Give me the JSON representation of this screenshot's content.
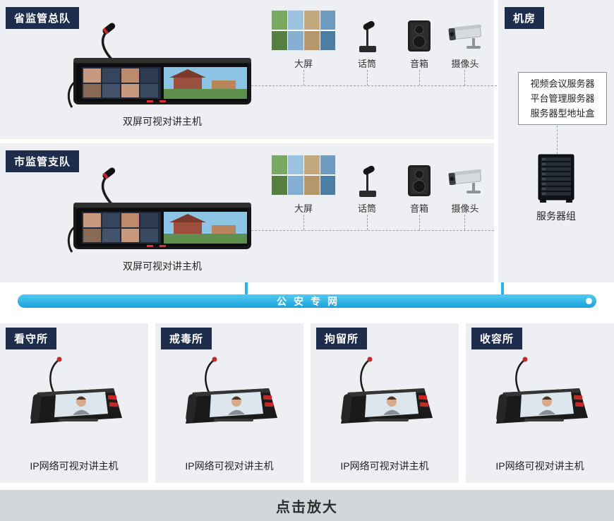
{
  "colors": {
    "navy_label": "#1f2d4d",
    "network_blue": "#2ab3e7",
    "panel_gray": "#edeff2",
    "footer_gray": "#d3d7da",
    "alert_red": "#c62828"
  },
  "top_sections": [
    {
      "label": "省监管总队",
      "device_label": "双屏可视对讲主机",
      "peripherals": [
        "大屏",
        "话筒",
        "音箱",
        "摄像头"
      ]
    },
    {
      "label": "市监管支队",
      "device_label": "双屏可视对讲主机",
      "peripherals": [
        "大屏",
        "话筒",
        "音箱",
        "摄像头"
      ]
    }
  ],
  "server_room": {
    "label": "机房",
    "box_lines": [
      "视频会议服务器",
      "平台管理服务器",
      "服务器型地址盒"
    ],
    "rack_label": "服务器组"
  },
  "network_bar": {
    "label": "公安专网"
  },
  "bottom_sections": [
    {
      "label": "看守所",
      "device_label": "IP网络可视对讲主机"
    },
    {
      "label": "戒毒所",
      "device_label": "IP网络可视对讲主机"
    },
    {
      "label": "拘留所",
      "device_label": "IP网络可视对讲主机"
    },
    {
      "label": "收容所",
      "device_label": "IP网络可视对讲主机"
    }
  ],
  "footer": {
    "label": "点击放大"
  }
}
